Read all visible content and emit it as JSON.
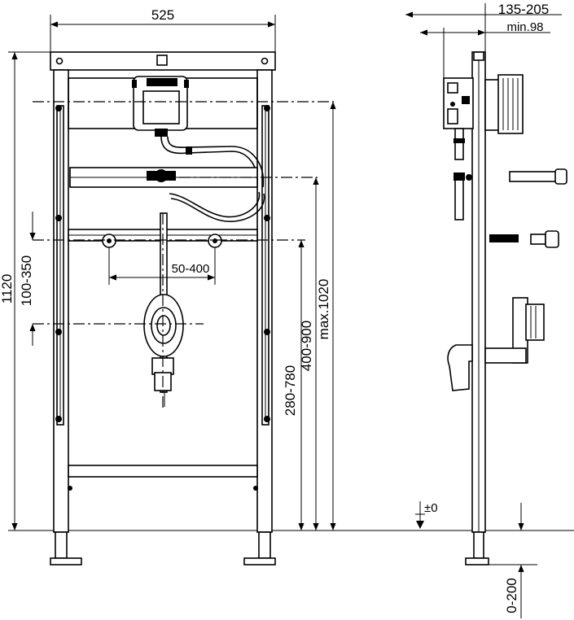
{
  "dimensions": {
    "frame_width": "525",
    "total_height": "1120",
    "nozzle_offset": "100-350",
    "spacing": "50-400",
    "height_a": "280-780",
    "height_b": "400-900",
    "max_height": "max.1020",
    "depth": "135-205",
    "min_depth": "min.98",
    "floor_level": "±0",
    "foot_adjust": "0-200"
  }
}
